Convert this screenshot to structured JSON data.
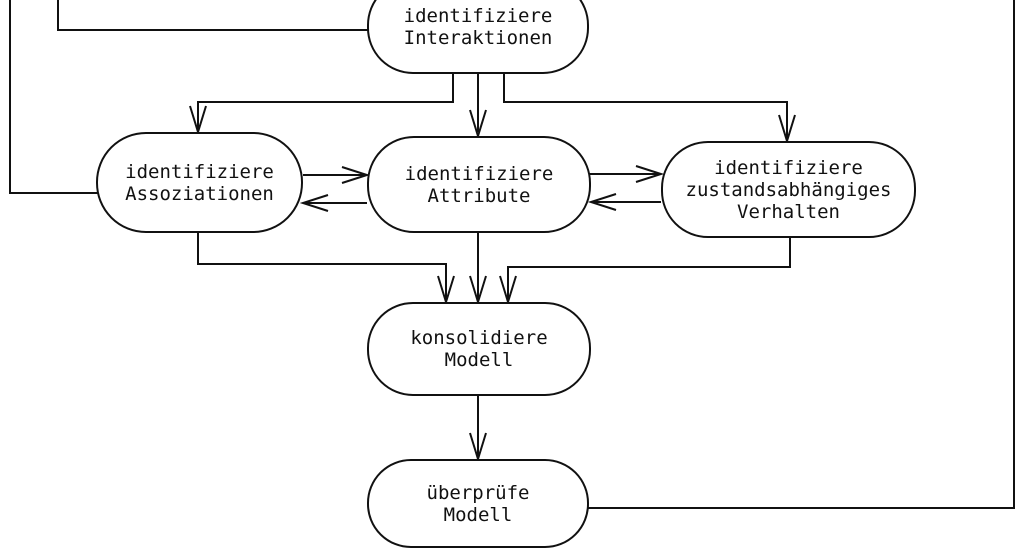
{
  "diagram": {
    "background": "#ffffff",
    "stroke_color": "#111111",
    "nodes": {
      "interaktionen": {
        "line1": "identifiziere",
        "line2": "Interaktionen"
      },
      "assoziationen": {
        "line1": "identifiziere",
        "line2": "Assoziationen"
      },
      "attribute": {
        "line1": "identifiziere",
        "line2": "Attribute"
      },
      "verhalten": {
        "line1": "identifiziere",
        "line2": "zustandsabhängiges",
        "line3": "Verhalten"
      },
      "konsolidiere": {
        "line1": "konsolidiere",
        "line2": "Modell"
      },
      "ueberpruefe": {
        "line1": "überprüfe",
        "line2": "Modell"
      }
    }
  }
}
